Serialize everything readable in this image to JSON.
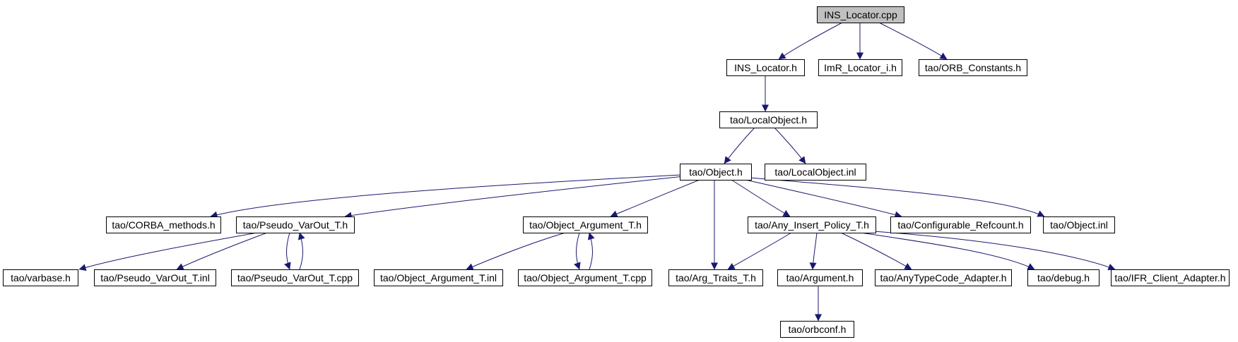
{
  "diagram": {
    "colors": {
      "edge": "#191970",
      "node_border": "#000000",
      "node_fill": "#ffffff",
      "root_fill": "#c0c0c0"
    },
    "nodes": [
      {
        "id": "ins_locator_cpp",
        "label": "INS_Locator.cpp",
        "root": true
      },
      {
        "id": "ins_locator_h",
        "label": "INS_Locator.h"
      },
      {
        "id": "imr_locator_i_h",
        "label": "ImR_Locator_i.h"
      },
      {
        "id": "orb_constants_h",
        "label": "tao/ORB_Constants.h"
      },
      {
        "id": "localobject_h",
        "label": "tao/LocalObject.h"
      },
      {
        "id": "object_h",
        "label": "tao/Object.h"
      },
      {
        "id": "localobject_inl",
        "label": "tao/LocalObject.inl"
      },
      {
        "id": "corba_methods_h",
        "label": "tao/CORBA_methods.h"
      },
      {
        "id": "pseudo_varout_t_h",
        "label": "tao/Pseudo_VarOut_T.h"
      },
      {
        "id": "object_argument_t_h",
        "label": "tao/Object_Argument_T.h"
      },
      {
        "id": "any_insert_policy_t_h",
        "label": "tao/Any_Insert_Policy_T.h"
      },
      {
        "id": "configurable_refcount_h",
        "label": "tao/Configurable_Refcount.h"
      },
      {
        "id": "object_inl",
        "label": "tao/Object.inl"
      },
      {
        "id": "varbase_h",
        "label": "tao/varbase.h"
      },
      {
        "id": "pseudo_varout_t_inl",
        "label": "tao/Pseudo_VarOut_T.inl"
      },
      {
        "id": "pseudo_varout_t_cpp",
        "label": "tao/Pseudo_VarOut_T.cpp"
      },
      {
        "id": "object_argument_t_inl",
        "label": "tao/Object_Argument_T.inl"
      },
      {
        "id": "object_argument_t_cpp",
        "label": "tao/Object_Argument_T.cpp"
      },
      {
        "id": "arg_traits_t_h",
        "label": "tao/Arg_Traits_T.h"
      },
      {
        "id": "argument_h",
        "label": "tao/Argument.h"
      },
      {
        "id": "anytypecode_adapter_h",
        "label": "tao/AnyTypeCode_Adapter.h"
      },
      {
        "id": "debug_h",
        "label": "tao/debug.h"
      },
      {
        "id": "ifr_client_adapter_h",
        "label": "tao/IFR_Client_Adapter.h"
      },
      {
        "id": "orbconf_h",
        "label": "tao/orbconf.h"
      }
    ],
    "edges": [
      {
        "from": "ins_locator_cpp",
        "to": "ins_locator_h"
      },
      {
        "from": "ins_locator_cpp",
        "to": "imr_locator_i_h"
      },
      {
        "from": "ins_locator_cpp",
        "to": "orb_constants_h"
      },
      {
        "from": "ins_locator_h",
        "to": "localobject_h"
      },
      {
        "from": "localobject_h",
        "to": "object_h"
      },
      {
        "from": "localobject_h",
        "to": "localobject_inl"
      },
      {
        "from": "object_h",
        "to": "corba_methods_h"
      },
      {
        "from": "object_h",
        "to": "pseudo_varout_t_h"
      },
      {
        "from": "object_h",
        "to": "object_argument_t_h"
      },
      {
        "from": "object_h",
        "to": "arg_traits_t_h"
      },
      {
        "from": "object_h",
        "to": "any_insert_policy_t_h"
      },
      {
        "from": "object_h",
        "to": "configurable_refcount_h"
      },
      {
        "from": "object_h",
        "to": "object_inl"
      },
      {
        "from": "pseudo_varout_t_h",
        "to": "varbase_h"
      },
      {
        "from": "pseudo_varout_t_h",
        "to": "pseudo_varout_t_inl"
      },
      {
        "from": "pseudo_varout_t_h",
        "to": "pseudo_varout_t_cpp"
      },
      {
        "from": "pseudo_varout_t_cpp",
        "to": "pseudo_varout_t_h"
      },
      {
        "from": "object_argument_t_h",
        "to": "object_argument_t_inl"
      },
      {
        "from": "object_argument_t_h",
        "to": "object_argument_t_cpp"
      },
      {
        "from": "object_argument_t_cpp",
        "to": "object_argument_t_h"
      },
      {
        "from": "any_insert_policy_t_h",
        "to": "arg_traits_t_h"
      },
      {
        "from": "any_insert_policy_t_h",
        "to": "argument_h"
      },
      {
        "from": "any_insert_policy_t_h",
        "to": "anytypecode_adapter_h"
      },
      {
        "from": "any_insert_policy_t_h",
        "to": "debug_h"
      },
      {
        "from": "any_insert_policy_t_h",
        "to": "ifr_client_adapter_h"
      },
      {
        "from": "argument_h",
        "to": "orbconf_h"
      }
    ]
  }
}
